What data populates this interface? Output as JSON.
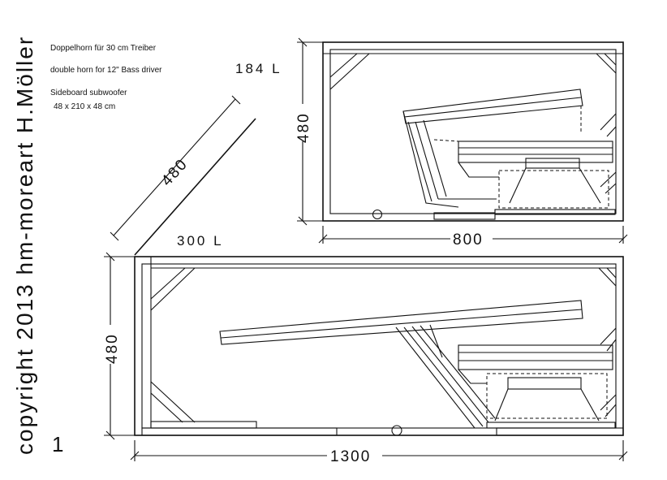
{
  "notes": {
    "line1": "Doppelhorn für 30 cm Treiber",
    "line2": "double horn for 12\" Bass driver",
    "line3": "Sideboard subwoofer",
    "line4": "48 x 210 x 48 cm"
  },
  "top_view": {
    "volume": "184 L",
    "height_dim": "480",
    "width_dim": "800"
  },
  "bottom_view": {
    "volume": "300 L",
    "height_dim": "480",
    "width_dim": "1300"
  },
  "side_panel": {
    "length_dim": "480"
  },
  "copyright": "copyright 2013 hm-moreart H.Möller",
  "page_number": "1"
}
